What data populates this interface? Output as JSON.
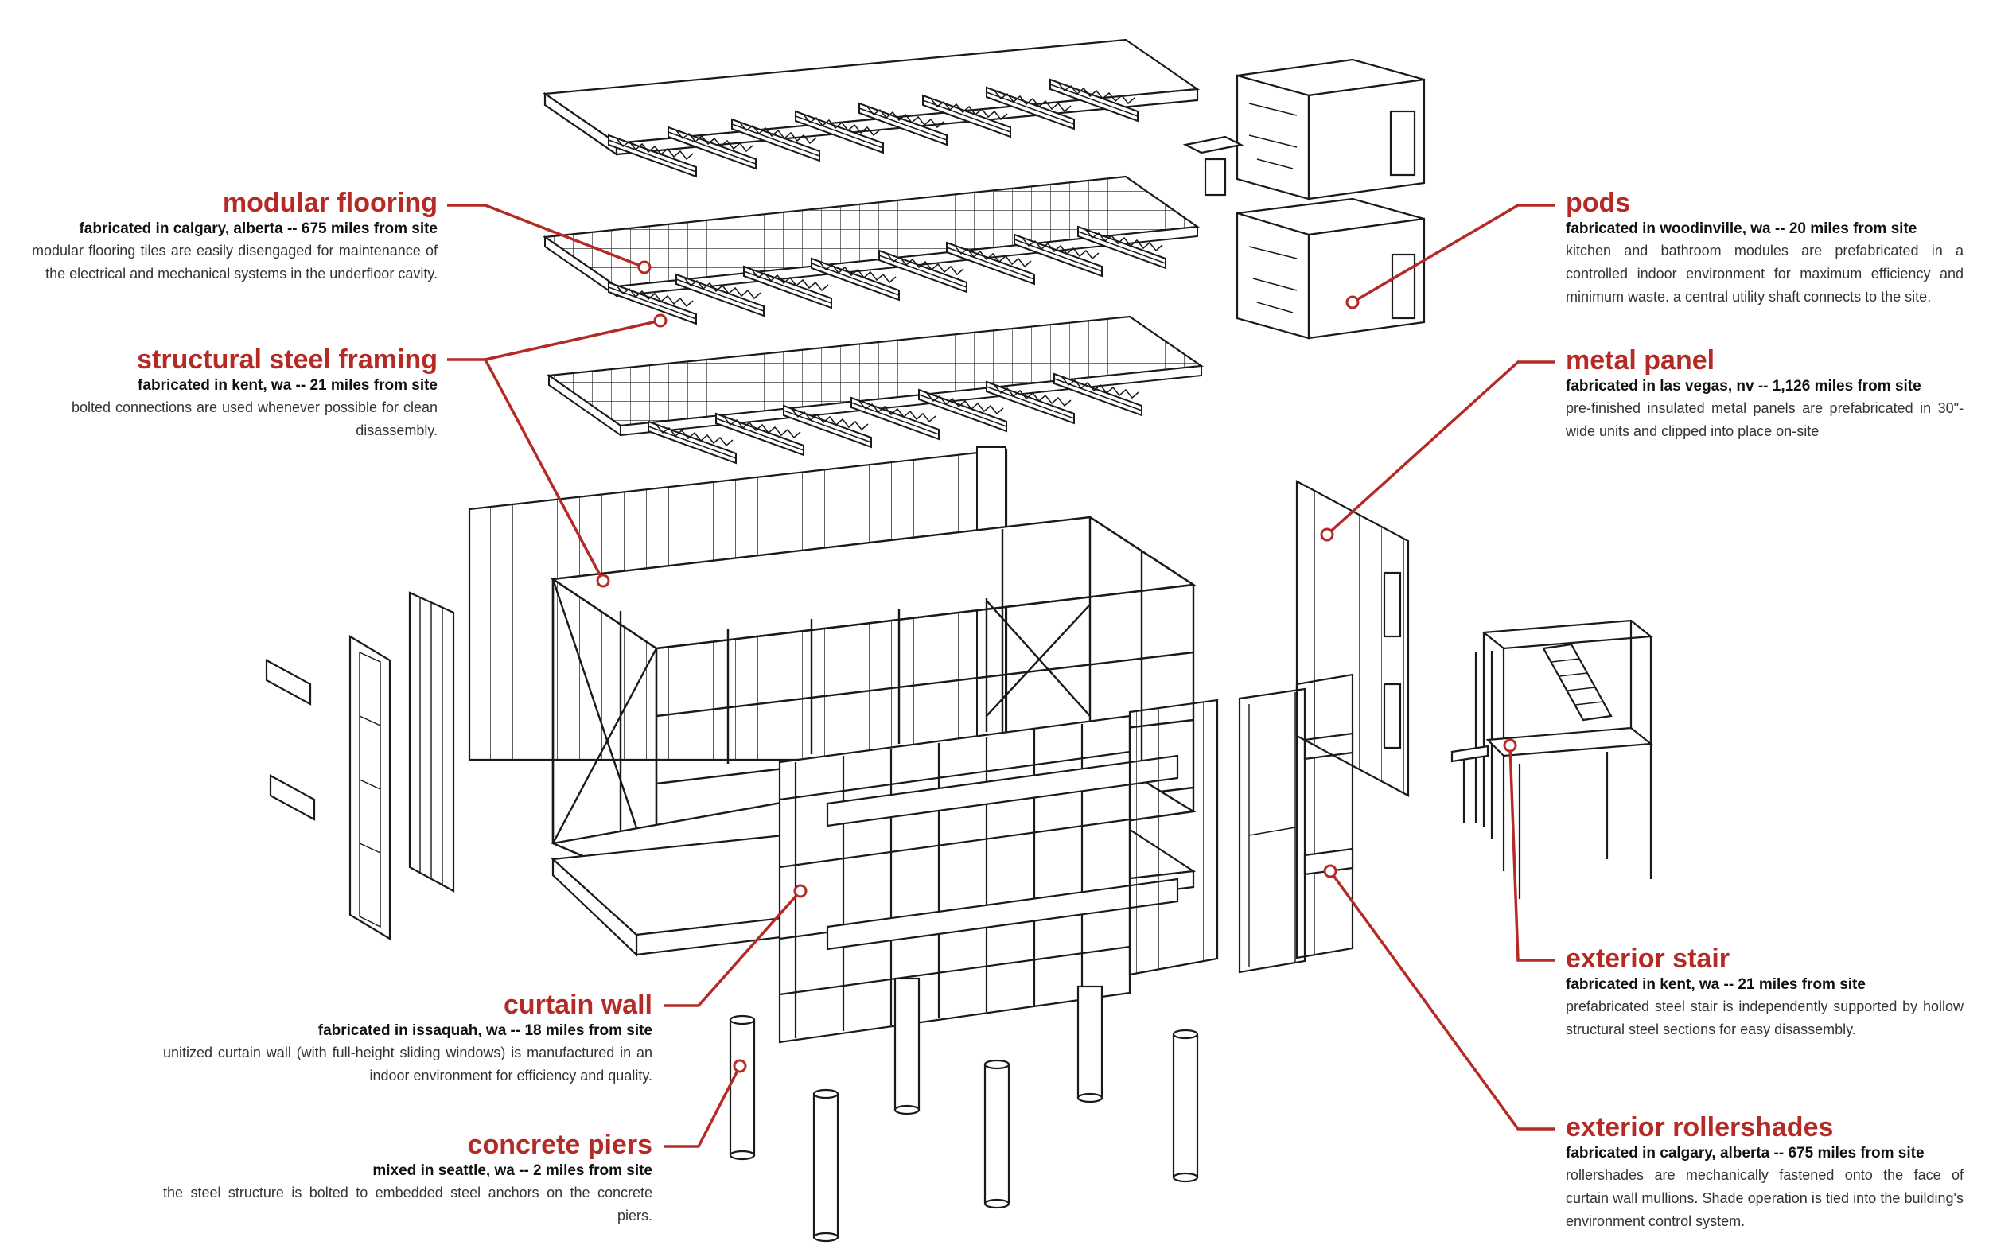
{
  "colors": {
    "accent": "#b52a25",
    "line": "#1a1a1a"
  },
  "callouts": {
    "modular_flooring": {
      "title": "modular flooring",
      "fabricated": "fabricated in calgary, alberta -- 675 miles from site",
      "description": "modular flooring tiles are easily disengaged for maintenance of the electrical and mechanical systems in the underfloor cavity."
    },
    "structural_steel": {
      "title": "structural steel framing",
      "fabricated": "fabricated in kent, wa -- 21 miles from site",
      "description": "bolted connections are used whenever possible for clean disassembly."
    },
    "curtain_wall": {
      "title": "curtain wall",
      "fabricated": "fabricated in issaquah, wa -- 18 miles from site",
      "description": "unitized curtain wall (with full-height sliding windows) is manufactured in an indoor environment for efficiency and quality."
    },
    "concrete_piers": {
      "title": "concrete piers",
      "fabricated": "mixed in seattle, wa -- 2 miles from site",
      "description": "the steel structure is bolted to embedded steel anchors on the concrete piers."
    },
    "pods": {
      "title": "pods",
      "fabricated": "fabricated in woodinville, wa -- 20 miles from site",
      "description": "kitchen and bathroom modules are prefabricated in a controlled indoor environment for maximum efficiency and minimum waste.  a central utility shaft connects to the site."
    },
    "metal_panel": {
      "title": "metal panel",
      "fabricated": "fabricated in las vegas, nv -- 1,126 miles from site",
      "description": "pre-finished insulated metal panels are prefabricated in 30\"-wide units and clipped into place on-site"
    },
    "exterior_stair": {
      "title": "exterior stair",
      "fabricated": "fabricated in kent, wa -- 21 miles from site",
      "description": "prefabricated steel stair is independently supported by hollow structural steel sections for easy disassembly."
    },
    "exterior_rollershades": {
      "title": "exterior rollershades",
      "fabricated": "fabricated in calgary, alberta -- 675 miles from site",
      "description": "rollershades are mechanically fastened onto the face of curtain wall mullions. Shade operation is tied into the building's environment control system."
    }
  }
}
